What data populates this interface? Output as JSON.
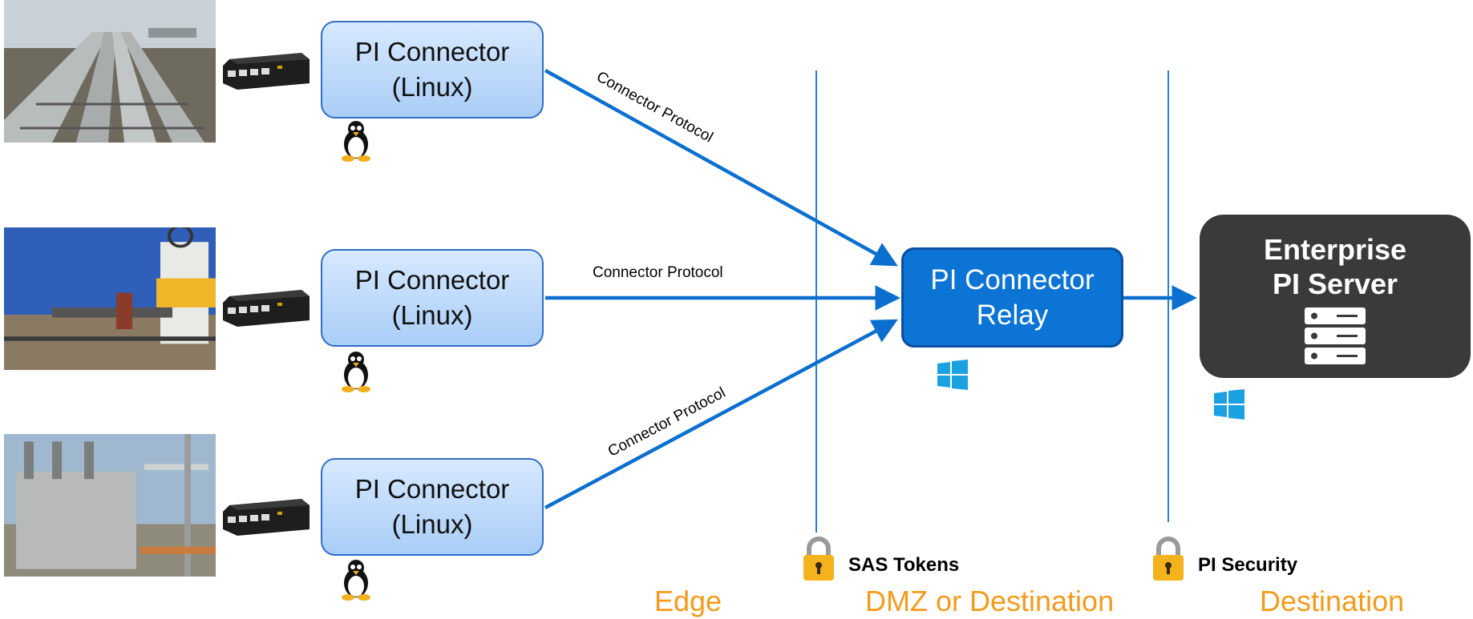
{
  "connectors": [
    {
      "line1": "PI Connector",
      "line2": "(Linux)"
    },
    {
      "line1": "PI Connector",
      "line2": "(Linux)"
    },
    {
      "line1": "PI Connector",
      "line2": "(Linux)"
    }
  ],
  "protocol_labels": [
    "Connector Protocol",
    "Connector Protocol",
    "Connector Protocol"
  ],
  "relay": {
    "line1": "PI Connector",
    "line2": "Relay"
  },
  "server": {
    "line1": "Enterprise",
    "line2": "PI Server"
  },
  "security": {
    "sas": "SAS Tokens",
    "pi": "PI Security"
  },
  "zones": {
    "edge": "Edge",
    "dmz": "DMZ or Destination",
    "destination": "Destination"
  },
  "colors": {
    "arrow": "#0b6fcf",
    "zone_text": "#f39b1c",
    "relay_fill": "#0b74d4",
    "server_fill": "#3a3a3a",
    "connector_border": "#2f6fc4"
  },
  "icons": [
    "linux-tux-icon",
    "windows-logo-icon",
    "padlock-icon",
    "server-rack-icon",
    "edge-gateway-device-icon"
  ]
}
